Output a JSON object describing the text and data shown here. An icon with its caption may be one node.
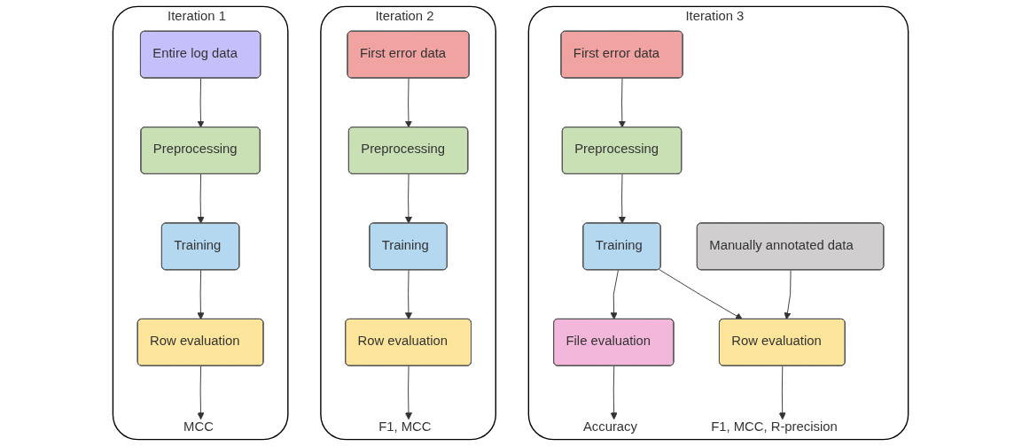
{
  "diagram": {
    "nodes": [
      {
        "text": [
          "Iteration 1"
        ]
      },
      {
        "text": [
          "Entire log data"
        ],
        "in": 0
      },
      {
        "text": [
          "Preprocessing"
        ],
        "in": 0
      },
      {
        "text": [
          "Training"
        ],
        "in": 0
      },
      {
        "text": [
          "Row evaluation"
        ],
        "in": 0
      },
      {
        "text": [
          "MCC"
        ],
        "in": 0
      },
      {
        "text": [
          "Iteration 2"
        ]
      },
      {
        "text": [
          "First error data"
        ],
        "in": 6
      },
      {
        "text": [
          "Preprocessing"
        ],
        "in": 6
      },
      {
        "text": [
          "Training"
        ],
        "in": 6
      },
      {
        "text": [
          "Row evaluation"
        ],
        "in": 6
      },
      {
        "text": [
          "F1, MCC"
        ],
        "in": 6
      },
      {
        "text": [
          "Iteration 3"
        ]
      },
      {
        "text": [
          "First error data"
        ],
        "in": 12
      },
      {
        "text": [
          "Preprocessing"
        ],
        "in": 12
      },
      {
        "text": [
          "Training"
        ],
        "in": 12
      },
      {
        "text": [
          "Manually annotated data"
        ],
        "in": 12
      },
      {
        "text": [
          "File evaluation"
        ],
        "in": 12
      },
      {
        "text": [
          "Row evaluation"
        ],
        "in": 12
      },
      {
        "text": [
          "Accuracy"
        ],
        "in": 12
      },
      {
        "text": [
          "F1, MCC, R-precision"
        ],
        "in": 12
      }
    ],
    "edges": [
      {
        "from": 1,
        "to": 2,
        "arrow": "to"
      },
      {
        "from": 2,
        "to": 3,
        "arrow": "to"
      },
      {
        "from": 3,
        "to": 4,
        "arrow": "to"
      },
      {
        "from": 4,
        "to": 5,
        "arrow": "to"
      },
      {
        "from": 7,
        "to": 8,
        "arrow": "to"
      },
      {
        "from": 8,
        "to": 9,
        "arrow": "to"
      },
      {
        "from": 9,
        "to": 10,
        "arrow": "to"
      },
      {
        "from": 10,
        "to": 11,
        "arrow": "to"
      },
      {
        "from": 13,
        "to": 14,
        "arrow": "to"
      },
      {
        "from": 14,
        "to": 15,
        "arrow": "to"
      },
      {
        "from": 15,
        "to": 17,
        "arrow": "to"
      },
      {
        "from": 15,
        "to": 18,
        "arrow": "to"
      },
      {
        "from": 16,
        "to": 18,
        "arrow": "to"
      },
      {
        "from": 17,
        "to": 19,
        "arrow": "to"
      },
      {
        "from": 18,
        "to": 20,
        "arrow": "to"
      }
    ]
  }
}
